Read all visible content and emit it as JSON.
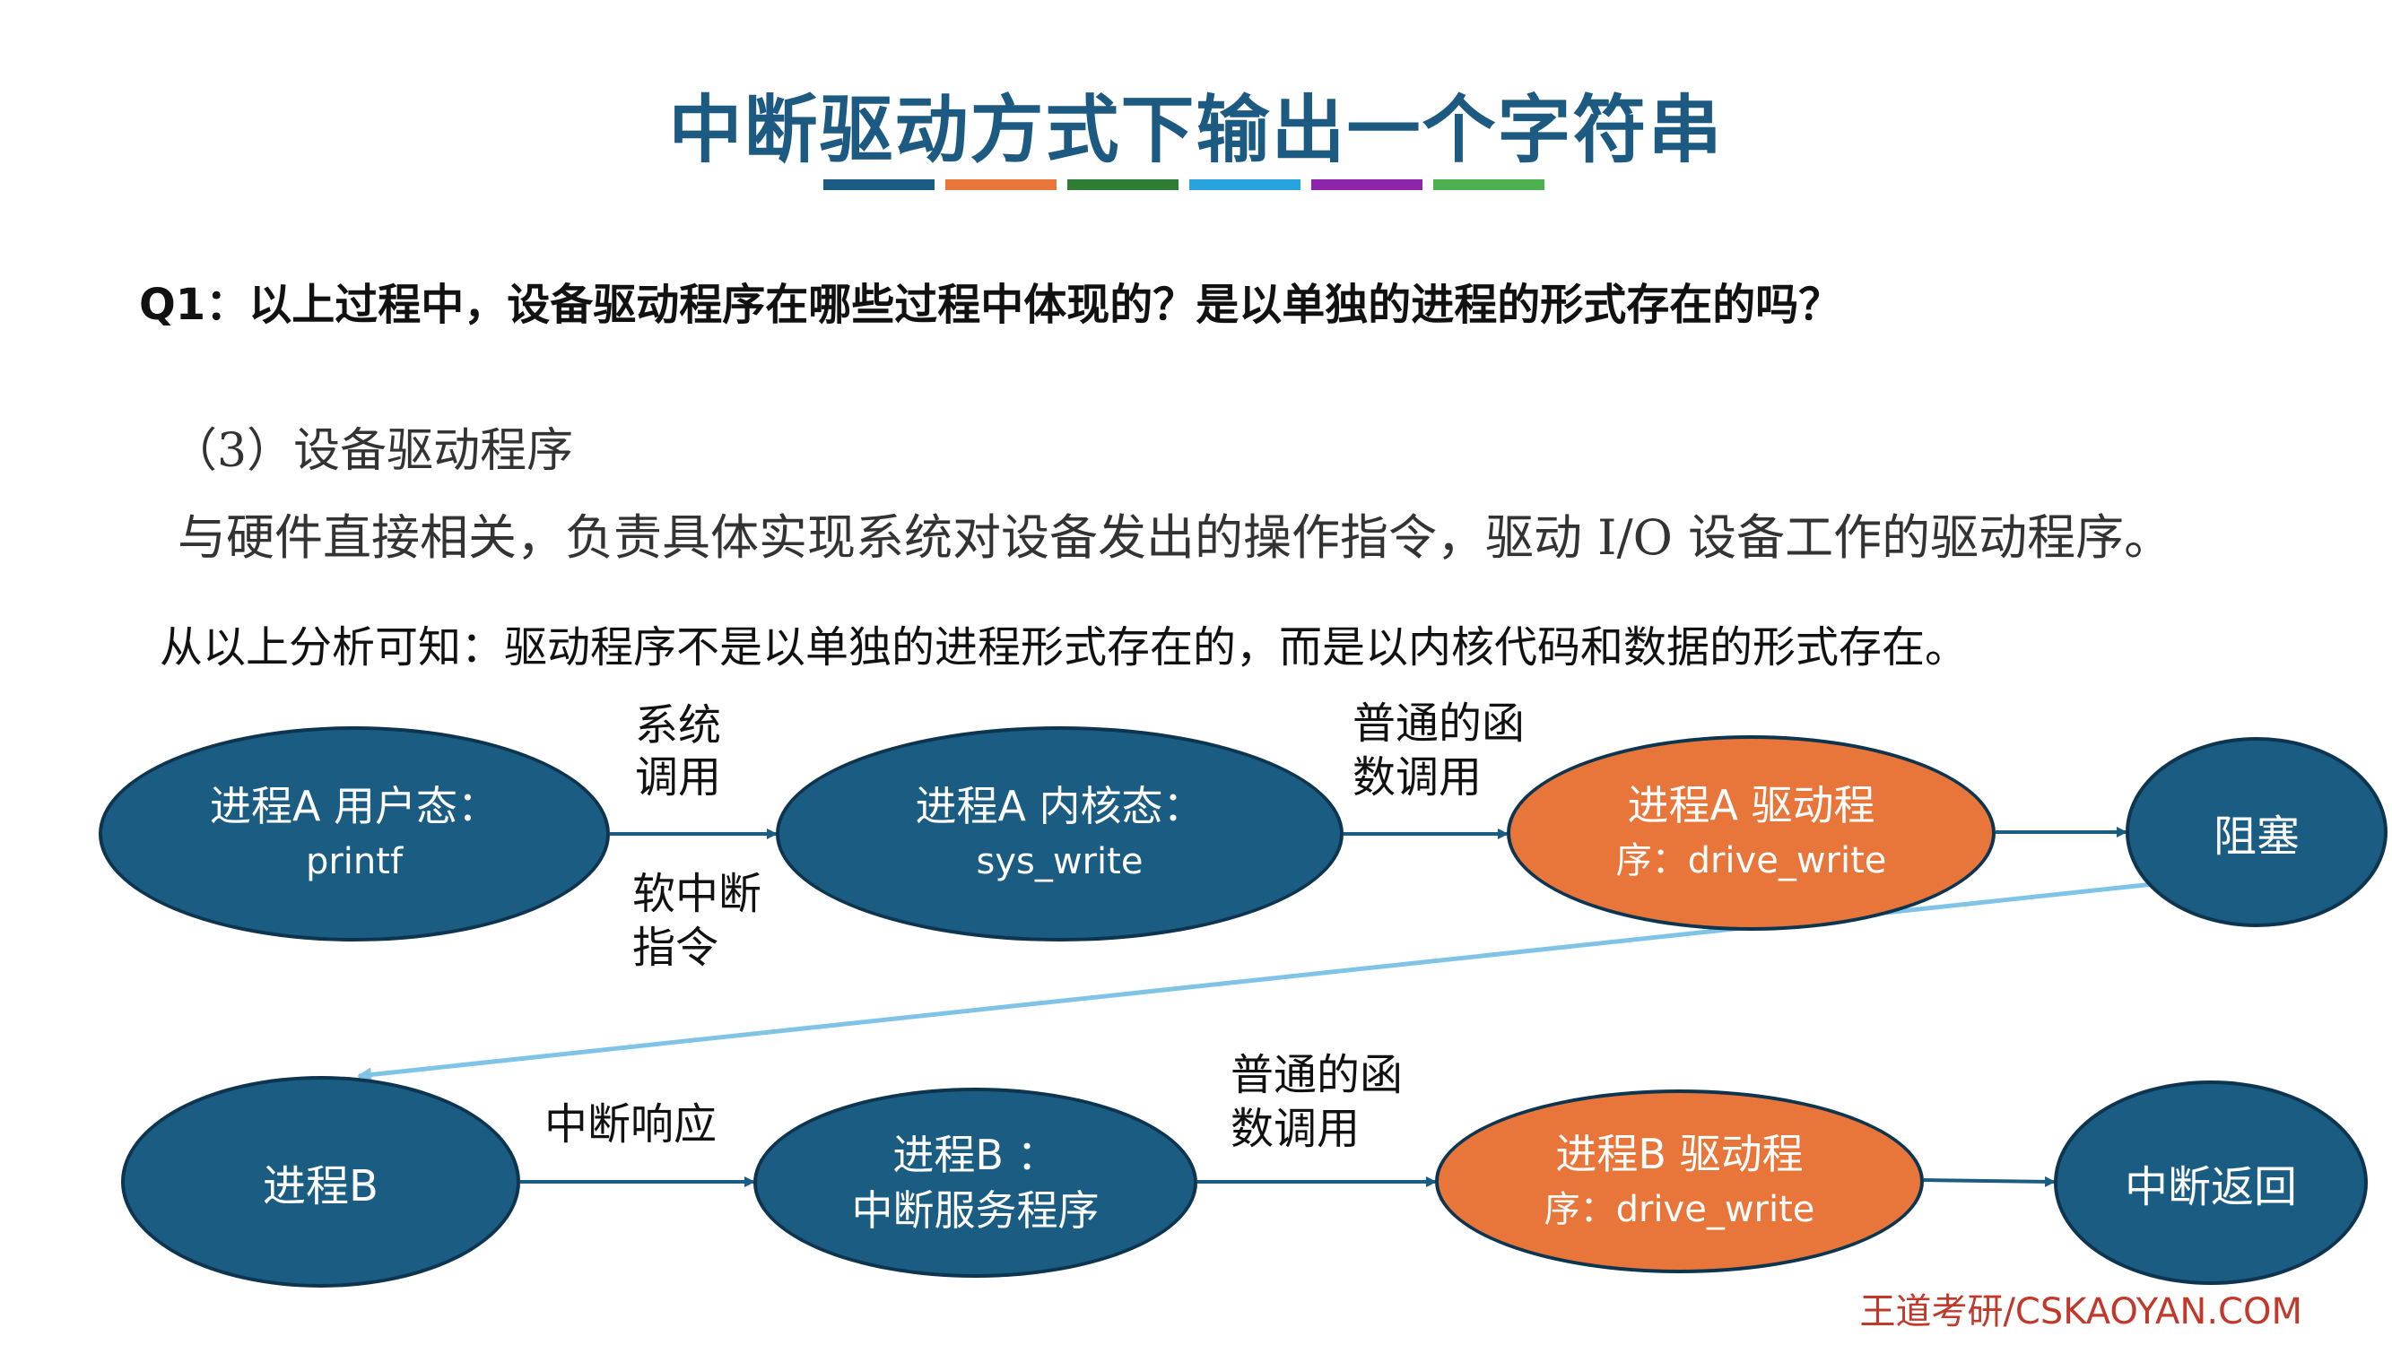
{
  "title": "中断驱动方式下输出一个字符串",
  "title_bars": [
    "#1b5c83",
    "#e8763a",
    "#2e7d32",
    "#29a3dd",
    "#8e24aa",
    "#4caf50"
  ],
  "question": "Q1：以上过程中，设备驱动程序在哪些过程中体现的？是以单独的进程的形式存在的吗？",
  "section_heading": "（3）设备驱动程序",
  "definition": "与硬件直接相关，负责具体实现系统对设备发出的操作指令，驱动 I/O 设备工作的驱动程序。",
  "conclusion": "从以上分析可知：驱动程序不是以单独的进程形式存在的，而是以内核代码和数据的形式存在。",
  "nodes": {
    "a_user": {
      "line1": "进程A  用户态：",
      "line2": "printf"
    },
    "a_kernel": {
      "line1": "进程A  内核态：",
      "line2": "sys_write"
    },
    "a_driver": {
      "line1": "进程A  驱动程",
      "line2": "序：drive_write"
    },
    "blocked": {
      "label": "阻塞"
    },
    "b_proc": {
      "label": "进程B"
    },
    "b_isr": {
      "line1": "进程B    ：",
      "line2": "中断服务程序"
    },
    "b_driver": {
      "line1": "进程B  驱动程",
      "line2": "序：drive_write"
    },
    "int_return": {
      "label": "中断返回"
    }
  },
  "edges": {
    "syscall_top1": "系统",
    "syscall_top2": "调用",
    "syscall_bot1": "软中断",
    "syscall_bot2": "指令",
    "func_call_a1": "普通的函",
    "func_call_a2": "数调用",
    "int_response": "中断响应",
    "func_call_b1": "普通的函",
    "func_call_b2": "数调用"
  },
  "footer": "王道考研/CSKAOYAN.COM",
  "colors": {
    "navy": "#1b5c83",
    "orange": "#e8763a",
    "arrow": "#1b5c83",
    "cross_arrow": "#7fc4e6"
  }
}
